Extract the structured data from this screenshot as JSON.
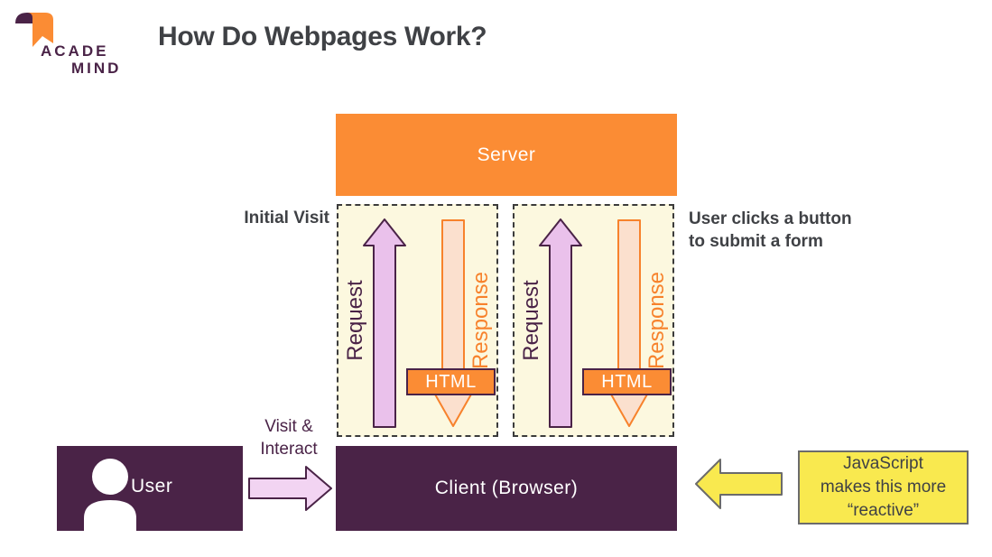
{
  "logo": {
    "brand_top": "ACADE",
    "brand_bottom": "MIND"
  },
  "header": {
    "title": "How Do Webpages Work?"
  },
  "server": {
    "label": "Server"
  },
  "client": {
    "label": "Client (Browser)"
  },
  "user": {
    "label": "User"
  },
  "flows": [
    {
      "caption": "Initial Visit",
      "request_label": "Request",
      "response_label": "Response",
      "payload_label": "HTML"
    },
    {
      "caption": "User clicks a button\nto submit a form",
      "request_label": "Request",
      "response_label": "Response",
      "payload_label": "HTML"
    }
  ],
  "annotations": {
    "visit_interact": "Visit &\nInteract",
    "javascript_note": "JavaScript\nmakes this more\n“reactive”"
  },
  "colors": {
    "orange": "#FB8C34",
    "dark_purple": "#4A2347",
    "cream_panel": "#FCF8DF",
    "lavender_arrow": "#EAC1EB",
    "peach_arrow": "#FBE0CE",
    "pink_arrow": "#F2D4F2",
    "yellow": "#F9E94F",
    "text_dark": "#3F4145"
  }
}
